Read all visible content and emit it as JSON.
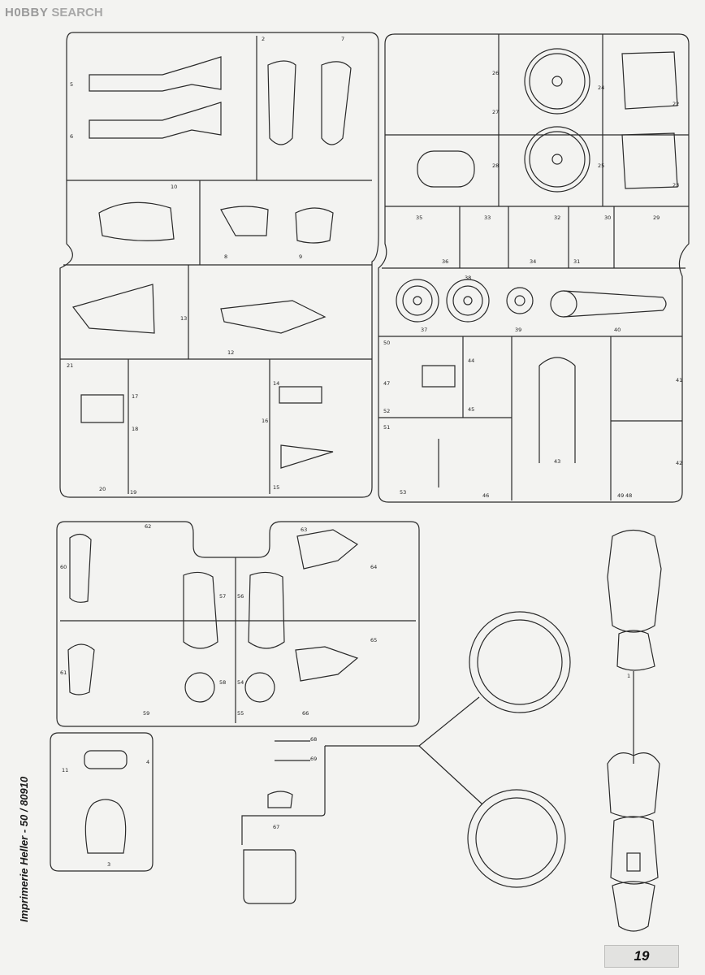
{
  "header": {
    "logo_mark": "H0BBY",
    "logo_text": "SEARCH"
  },
  "imprint": "Imprimerie Heller - 50 / 80910",
  "page_number": "19",
  "part_numbers": [
    "1",
    "2",
    "3",
    "4",
    "5",
    "6",
    "7",
    "8",
    "9",
    "10",
    "11",
    "12",
    "13",
    "14",
    "15",
    "16",
    "17",
    "18",
    "19",
    "20",
    "21",
    "22",
    "23",
    "24",
    "25",
    "26",
    "27",
    "28",
    "29",
    "30",
    "31",
    "32",
    "33",
    "34",
    "35",
    "36",
    "37",
    "38",
    "39",
    "40",
    "41",
    "42",
    "43",
    "44",
    "45",
    "46",
    "47",
    "48",
    "49",
    "50",
    "51",
    "52",
    "53",
    "54",
    "55",
    "56",
    "57",
    "58",
    "59",
    "60",
    "61",
    "62",
    "63",
    "64",
    "65",
    "66",
    "67",
    "68",
    "69"
  ]
}
